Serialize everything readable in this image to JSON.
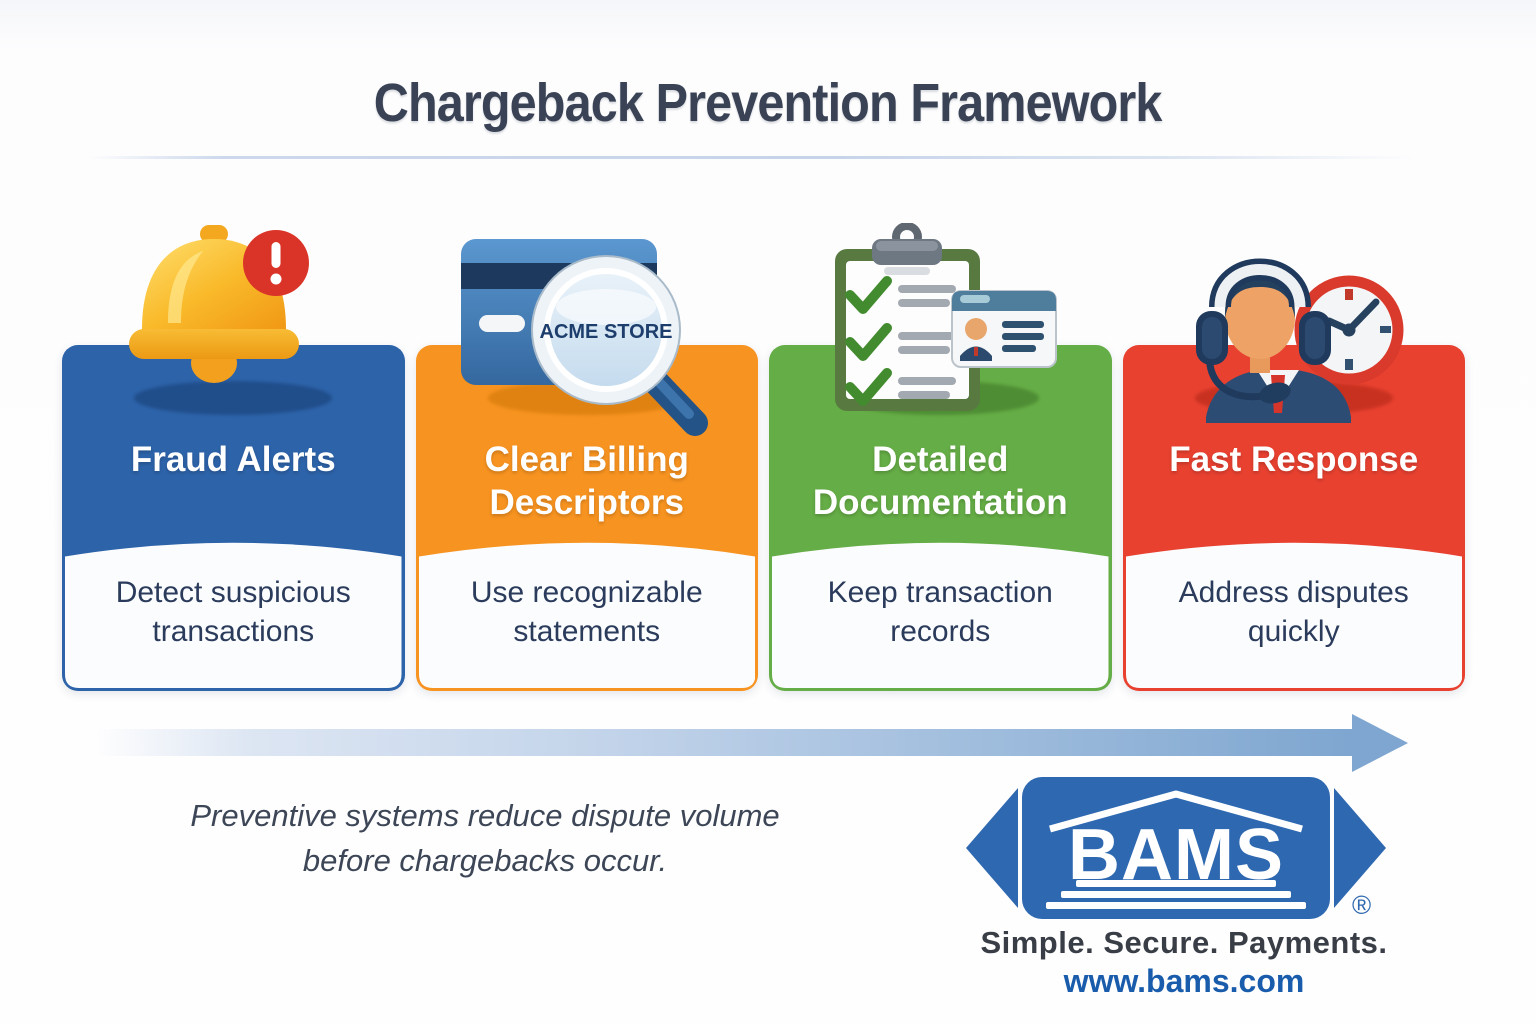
{
  "page": {
    "title": "Chargeback Prevention Framework",
    "tagline_line1": "Preventive systems reduce dispute volume",
    "tagline_line2": "before chargebacks occur."
  },
  "cards": [
    {
      "title": "Fraud Alerts",
      "description": "Detect suspicious transactions",
      "icon": "alert-bell-icon",
      "color": "#2d63a9",
      "shadow_color": "#1f4c88"
    },
    {
      "title": "Clear Billing Descriptors",
      "description": "Use recognizable statements",
      "icon": "credit-card-magnifier-icon",
      "icon_label": "ACME STORE",
      "color": "#f79320",
      "shadow_color": "#dd8110"
    },
    {
      "title": "Detailed Documentation",
      "description": "Keep transaction records",
      "icon": "clipboard-checklist-icon",
      "color": "#65ad46",
      "shadow_color": "#4d8a33"
    },
    {
      "title": "Fast Response",
      "description": "Address disputes quickly",
      "icon": "support-agent-clock-icon",
      "color": "#e84130",
      "shadow_color": "#c5301f"
    }
  ],
  "flow": {
    "arrow_color": "#7ea6d0"
  },
  "brand": {
    "logo_text": "BAMS",
    "registered_mark": "®",
    "slogan": "Simple. Secure. Payments.",
    "website": "www.bams.com",
    "logo_color": "#2e68b0"
  }
}
